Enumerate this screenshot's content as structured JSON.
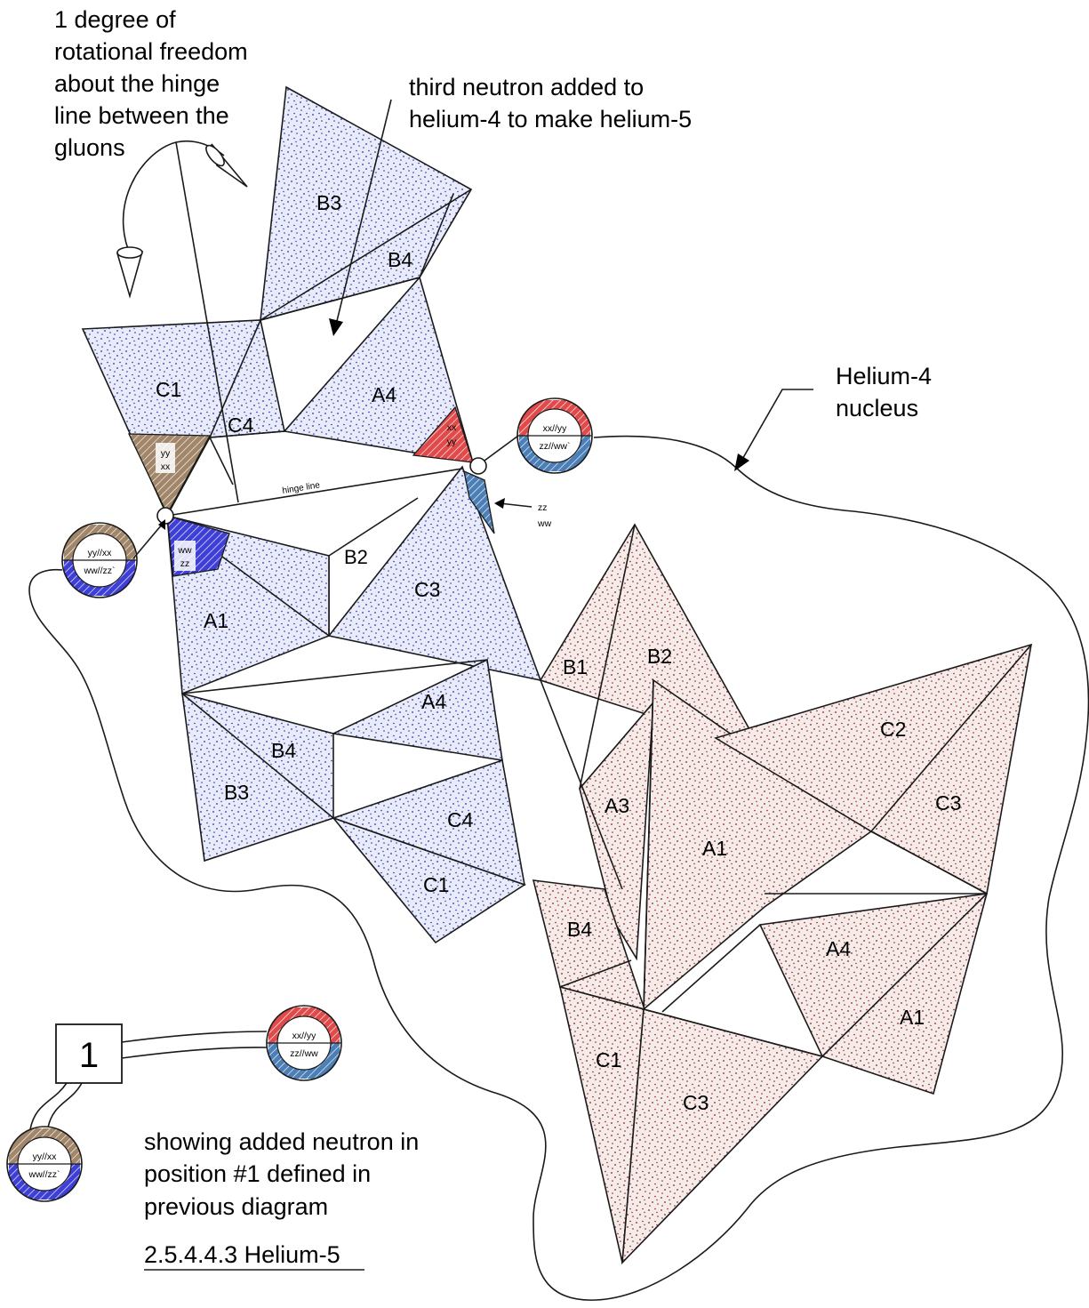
{
  "annotations": {
    "rotation_note": [
      "1 degree of",
      "rotational freedom",
      "about the hinge",
      "line between the",
      "gluons"
    ],
    "neutron_note": [
      "third neutron added to",
      "helium-4 to make helium-5"
    ],
    "helium4_note": [
      "Helium-4",
      "nucleus"
    ],
    "hinge_line": "hinge line",
    "caption": [
      "showing added neutron in",
      "position #1 defined in",
      "previous diagram"
    ],
    "figure_title": "2.5.4.4.3 Helium-5"
  },
  "blue_tetrahedra_labels": {
    "top_b3": "B3",
    "top_b4": "B4",
    "top_c1": "C1",
    "top_c4": "C4",
    "top_a4": "A4",
    "mid_b2": "B2",
    "mid_c3": "C3",
    "mid_a1": "A1",
    "low_a4": "A4",
    "low_b4": "B4",
    "low_b3": "B3",
    "low_c4": "C4",
    "low_c1": "C1"
  },
  "red_tetrahedra_labels": {
    "b1": "B1",
    "b2": "B2",
    "c2": "C2",
    "a3": "A3",
    "a1": "A1",
    "c3_right": "C3",
    "b4": "B4",
    "a4": "A4",
    "a1_right": "A1",
    "c1": "C1",
    "c3_bottom": "C3"
  },
  "gluons": {
    "brown_face": [
      "yy",
      "xx"
    ],
    "blue_face": [
      "ww",
      "zz"
    ],
    "red_face": [
      "xx",
      "yy"
    ],
    "right_label": [
      "zz",
      "ww"
    ]
  },
  "connectors": {
    "left_top": "yy//xx",
    "left_bottom": "ww//zz`",
    "right_top": "xx//yy",
    "right_bottom": "zz//ww`",
    "legend_box": "1",
    "legend_right_top": "xx//yy",
    "legend_right_bottom": "zz//ww",
    "legend_left_top": "yy//xx",
    "legend_left_bottom": "ww//zz`"
  },
  "colors": {
    "blue_fill": "#e9ecf8",
    "blue_dots": "#1d2fb8",
    "red_fill": "#f5ecea",
    "red_dots": "#8a1a1a",
    "brown_gluon": "#a1866a",
    "blue_gluon": "#3e3fd6",
    "red_gluon": "#e14a4a",
    "steel_gluon": "#4b7fb6"
  }
}
